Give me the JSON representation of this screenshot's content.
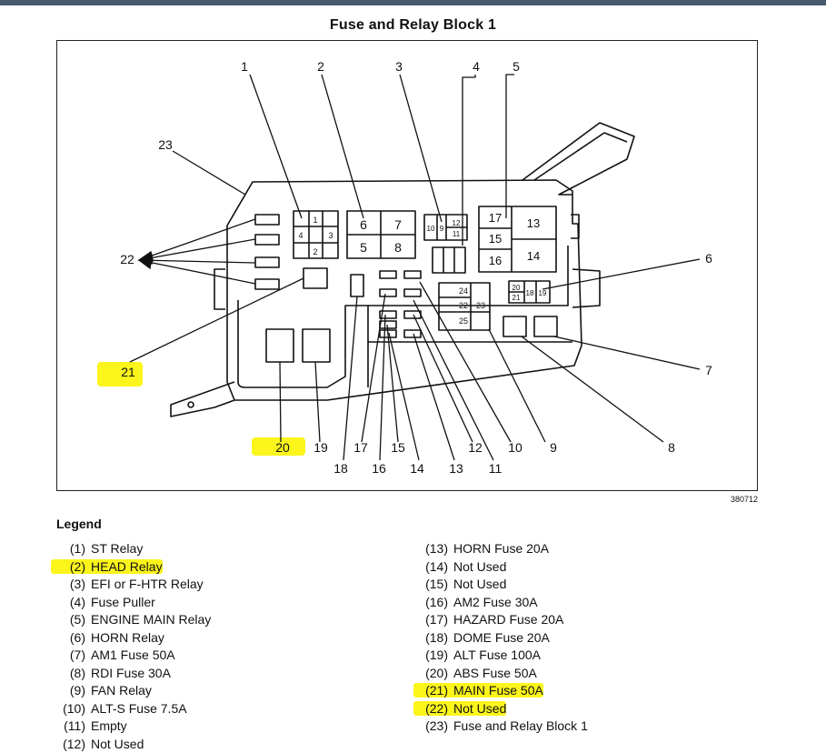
{
  "title": "Fuse and Relay Block 1",
  "figure_id": "380712",
  "highlight_color": "#fbf51c",
  "callouts": [
    "1",
    "2",
    "3",
    "4",
    "5",
    "6",
    "7",
    "8",
    "9",
    "10",
    "11",
    "12",
    "13",
    "14",
    "15",
    "16",
    "17",
    "18",
    "19",
    "20",
    "21",
    "22",
    "23"
  ],
  "highlighted_callouts": [
    "20",
    "21"
  ],
  "block_labels": {
    "r1": [
      "1",
      "4",
      "3",
      "2"
    ],
    "r2": [
      "6",
      "7",
      "5",
      "8"
    ],
    "r3": [
      "10",
      "9",
      "12",
      "11"
    ],
    "r5": [
      "17",
      "13",
      "15",
      "14",
      "16"
    ],
    "r6": [
      "20",
      "21",
      "18",
      "19"
    ],
    "r24": [
      "24",
      "22",
      "23",
      "25"
    ]
  },
  "legend": {
    "title": "Legend",
    "left": [
      {
        "num": "(1)",
        "label": "ST Relay",
        "highlight": false
      },
      {
        "num": "(2)",
        "label": "HEAD Relay",
        "highlight": true
      },
      {
        "num": "(3)",
        "label": "EFI or F-HTR Relay",
        "highlight": false
      },
      {
        "num": "(4)",
        "label": "Fuse Puller",
        "highlight": false
      },
      {
        "num": "(5)",
        "label": "ENGINE MAIN Relay",
        "highlight": false
      },
      {
        "num": "(6)",
        "label": "HORN Relay",
        "highlight": false
      },
      {
        "num": "(7)",
        "label": "AM1 Fuse 50A",
        "highlight": false
      },
      {
        "num": "(8)",
        "label": "RDI Fuse 30A",
        "highlight": false
      },
      {
        "num": "(9)",
        "label": "FAN Relay",
        "highlight": false
      },
      {
        "num": "(10)",
        "label": "ALT-S Fuse 7.5A",
        "highlight": false
      },
      {
        "num": "(11)",
        "label": "Empty",
        "highlight": false
      },
      {
        "num": "(12)",
        "label": "Not Used",
        "highlight": false
      }
    ],
    "right": [
      {
        "num": "(13)",
        "label": "HORN Fuse 20A",
        "highlight": false
      },
      {
        "num": "(14)",
        "label": "Not Used",
        "highlight": false
      },
      {
        "num": "(15)",
        "label": "Not Used",
        "highlight": false
      },
      {
        "num": "(16)",
        "label": "AM2 Fuse 30A",
        "highlight": false
      },
      {
        "num": "(17)",
        "label": "HAZARD Fuse 20A",
        "highlight": false
      },
      {
        "num": "(18)",
        "label": "DOME Fuse 20A",
        "highlight": false
      },
      {
        "num": "(19)",
        "label": "ALT Fuse 100A",
        "highlight": false
      },
      {
        "num": "(20)",
        "label": "ABS Fuse 50A",
        "highlight": false
      },
      {
        "num": "(21)",
        "label": "MAIN Fuse 50A",
        "highlight": true
      },
      {
        "num": "(22)",
        "label": "Not Used",
        "highlight": true
      },
      {
        "num": "(23)",
        "label": "Fuse and Relay Block 1",
        "highlight": false
      }
    ]
  }
}
